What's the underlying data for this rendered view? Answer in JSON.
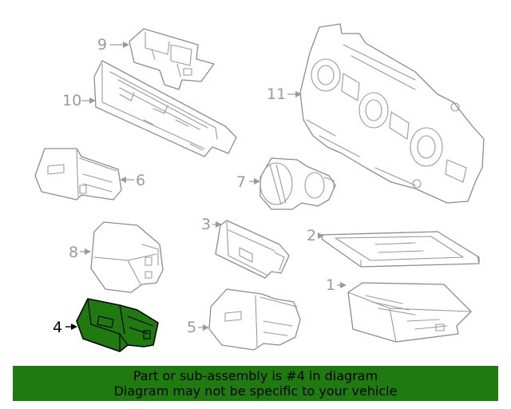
{
  "diagram": {
    "callouts": {
      "c1": "1",
      "c2": "2",
      "c3": "3",
      "c4": "4",
      "c5": "5",
      "c6": "6",
      "c7": "7",
      "c8": "8",
      "c9": "9",
      "c10": "10",
      "c11": "11"
    },
    "highlighted_part": "4",
    "colors": {
      "highlight": "#1f7a10",
      "line_art": "#8c8c8c",
      "callout_text": "#9a9a9a",
      "active_callout": "#000000"
    }
  },
  "banner": {
    "line1": "Part or sub-assembly is #4 in diagram",
    "line2": "Diagram may not be specific to your vehicle",
    "background": "#1f7a10"
  }
}
